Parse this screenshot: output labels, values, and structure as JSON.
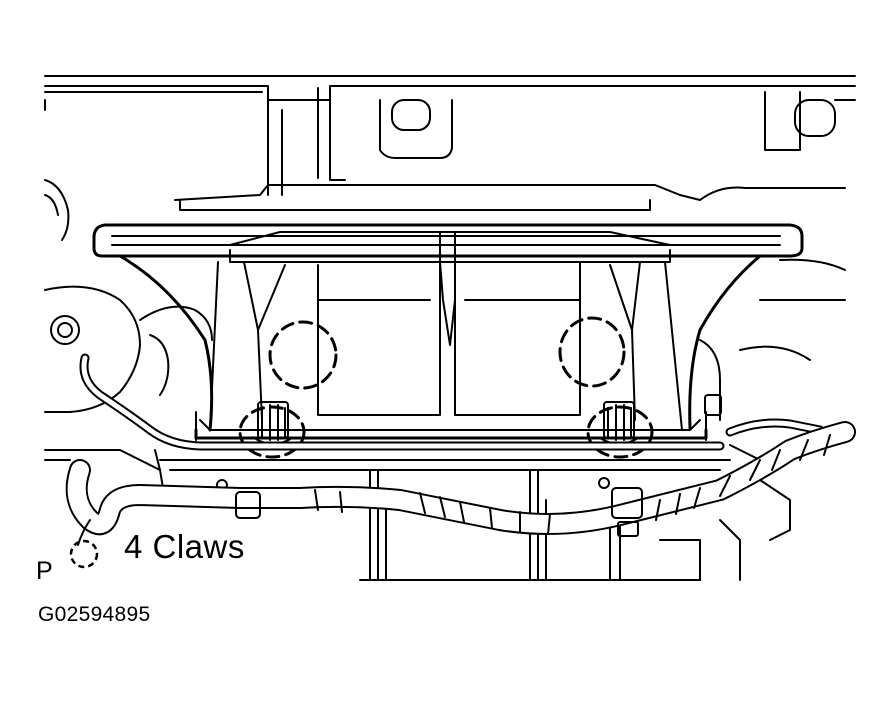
{
  "legend": {
    "claw_symbol": "dashed-circle-icon",
    "label": "4 Claws"
  },
  "view_letter": "P",
  "figure_id": "G02594895",
  "colors": {
    "line": "#000000",
    "background": "#ffffff"
  }
}
